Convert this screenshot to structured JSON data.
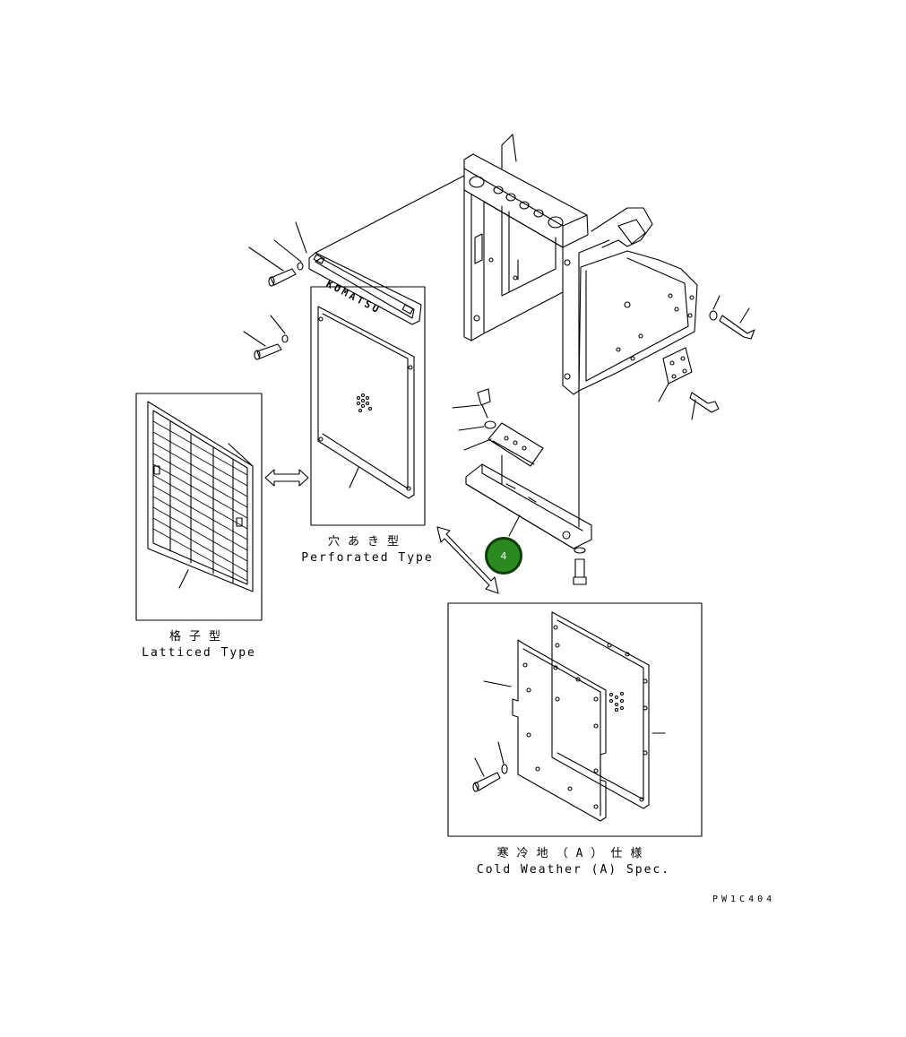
{
  "perforated": {
    "jp": "穴あき型",
    "en": "Perforated Type"
  },
  "latticed": {
    "jp": "格子型",
    "en": "Latticed Type"
  },
  "cold_weather": {
    "jp": "寒冷地（A）仕様",
    "en": "Cold Weather (A) Spec."
  },
  "grille_emblem": "KOMATSU",
  "drawing_code": "PW1C404",
  "callout": {
    "number": "4",
    "color": "#2a8a1f"
  }
}
